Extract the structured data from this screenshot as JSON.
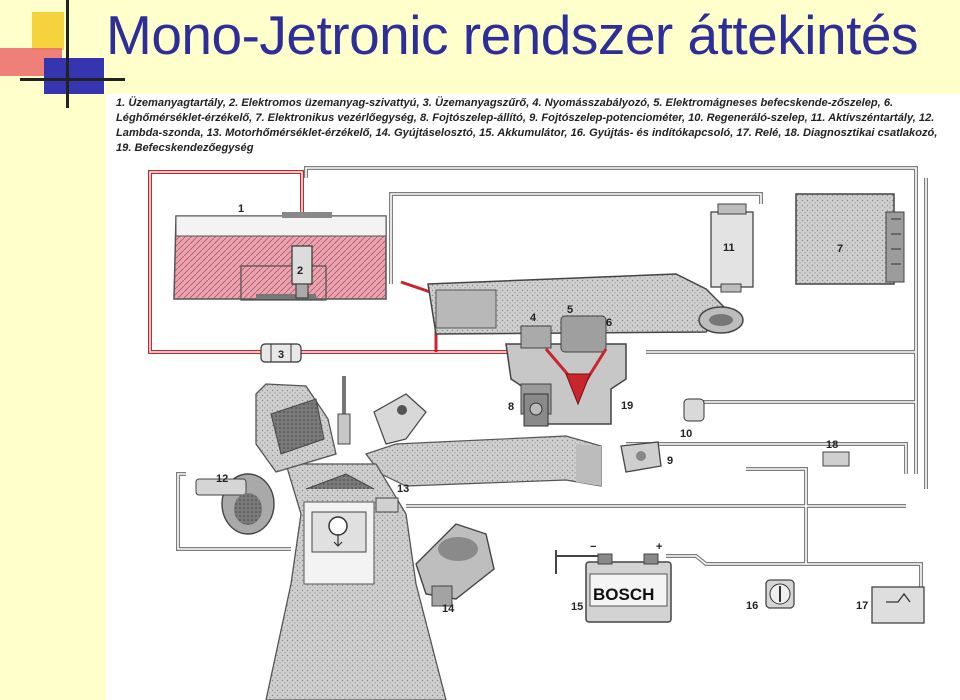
{
  "slide": {
    "title": "Mono-Jetronic rendszer áttekintés",
    "accent_colors": {
      "title": "#2e2e99",
      "fuel_line": "#c8262e",
      "tank_fill": "#e9a4b0",
      "logo_yellow": "#f5d33c",
      "logo_blue": "#3535b0",
      "logo_red": "#ec6a6a"
    }
  },
  "figure": {
    "legend": "1. Üzemanyagtartály, 2. Elektromos üzemanyag-szivattyú, 3. Üzemanyagszűrő, 4. Nyomásszabályozó, 5. Elektromágneses befecskende-zőszelep, 6. Léghőmérséklet-érzékelő, 7. Elektronikus vezérlőegység, 8. Fojtószelep-állító, 9. Fojtószelep-potenciométer, 10. Regeneráló-szelep, 11. Aktívszéntartály, 12. Lambda-szonda, 13. Motorhőmérséklet-érzékelő, 14. Gyújtáselosztó, 15. Akkumulátor, 16. Gyújtás- és indítókapcsoló, 17. Relé, 18. Diagnosztikai csatlakozó, 19. Befecskendezőegység",
    "labels": {
      "n1": "1",
      "n2": "2",
      "n3": "3",
      "n4": "4",
      "n5": "5",
      "n6": "6",
      "n7": "7",
      "n8": "8",
      "n9": "9",
      "n10": "10",
      "n11": "11",
      "n12": "12",
      "n13": "13",
      "n14": "14",
      "n15": "15",
      "n16": "16",
      "n17": "17",
      "n18": "18",
      "n19": "19"
    },
    "battery_brand": "BOSCH",
    "battery_minus": "−",
    "battery_plus": "+"
  }
}
